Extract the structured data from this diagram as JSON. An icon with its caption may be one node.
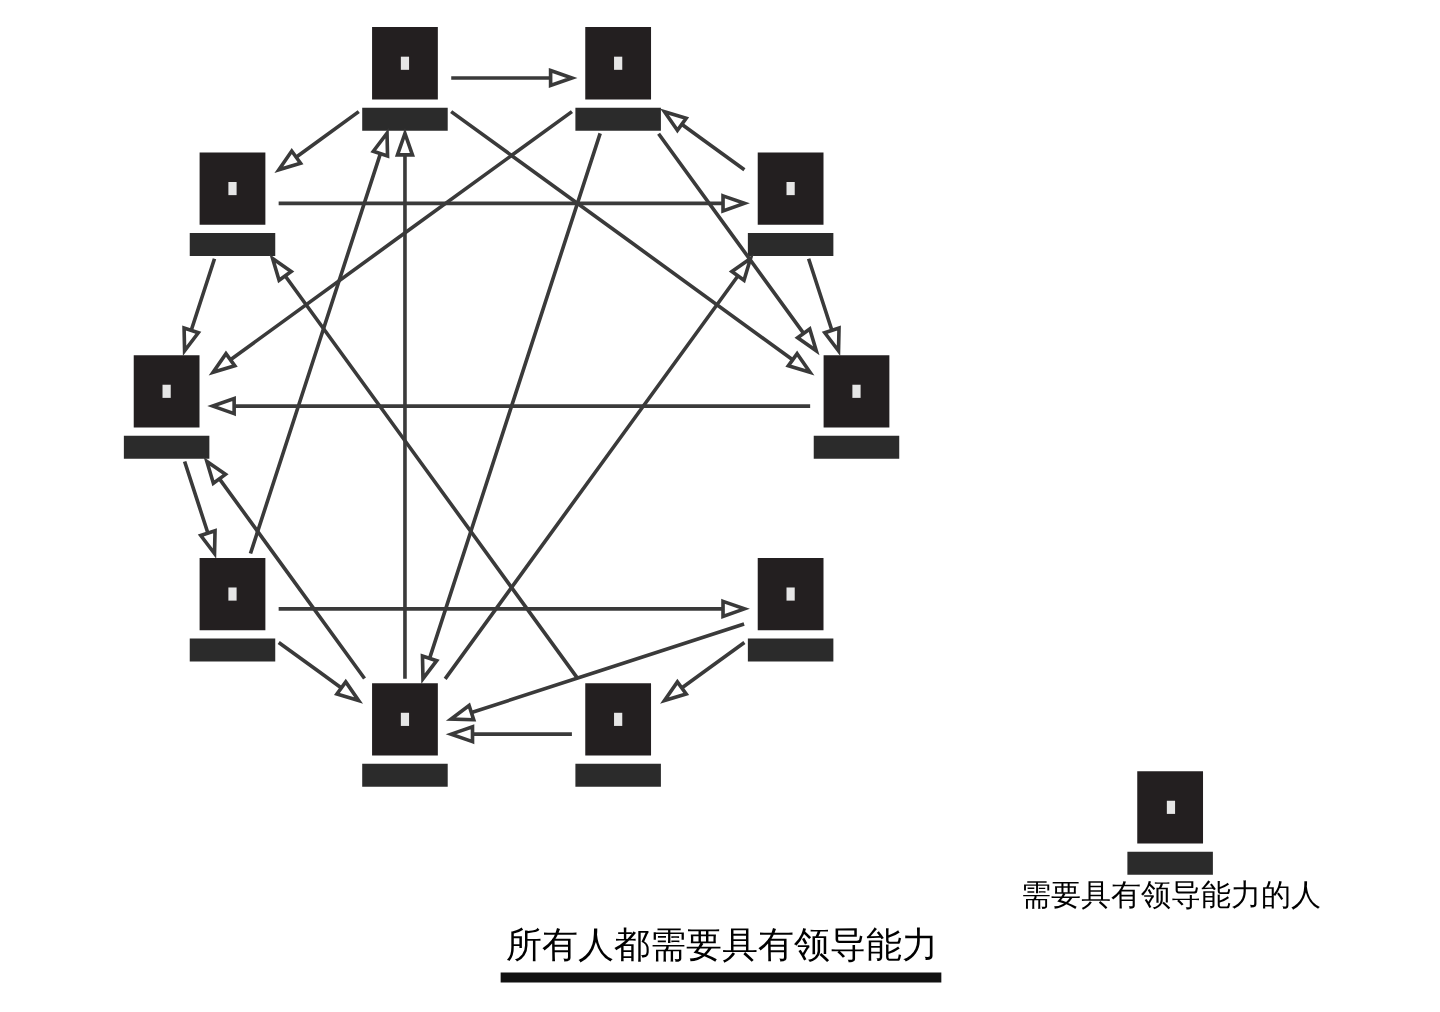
{
  "diagram": {
    "caption": "所有人都需要具有领导能力",
    "nodes": [
      {
        "text": [],
        "shape": "picture"
      },
      {
        "text": [],
        "shape": "picture"
      },
      {
        "text": [],
        "shape": "picture"
      },
      {
        "text": [],
        "shape": "picture"
      },
      {
        "text": [],
        "shape": "picture"
      },
      {
        "text": [],
        "shape": "picture"
      },
      {
        "text": [],
        "shape": "picture"
      },
      {
        "text": [],
        "shape": "picture"
      },
      {
        "text": [],
        "shape": "picture"
      },
      {
        "text": [],
        "shape": "picture"
      },
      {
        "text": [
          "需要具有领导能力的人"
        ]
      }
    ],
    "edges": [
      {
        "from": 0,
        "to": 1,
        "arrow": "to"
      },
      {
        "from": 2,
        "to": 0,
        "arrow": "to"
      },
      {
        "from": 0,
        "to": 3,
        "arrow": "to"
      },
      {
        "from": 1,
        "to": 3,
        "arrow": "to"
      },
      {
        "from": 2,
        "to": 3,
        "arrow": "to"
      },
      {
        "from": 1,
        "to": 4,
        "arrow": "to"
      },
      {
        "from": 2,
        "to": 6,
        "arrow": "to"
      },
      {
        "from": 3,
        "to": 5,
        "arrow": "to"
      },
      {
        "from": 4,
        "to": 5,
        "arrow": "to"
      },
      {
        "from": 6,
        "to": 4,
        "arrow": "to"
      },
      {
        "from": 3,
        "to": 6,
        "arrow": "to"
      },
      {
        "from": 9,
        "to": 3,
        "arrow": "to"
      },
      {
        "from": 3,
        "to": 7,
        "arrow": "to"
      },
      {
        "from": 5,
        "to": 2,
        "arrow": "to"
      },
      {
        "from": 4,
        "to": 7,
        "arrow": "to"
      },
      {
        "from": 9,
        "to": 5,
        "arrow": "to"
      },
      {
        "from": 8,
        "to": 5,
        "arrow": "to"
      },
      {
        "from": 6,
        "to": 8,
        "arrow": "to"
      },
      {
        "from": 6,
        "to": 9,
        "arrow": "to"
      },
      {
        "from": 7,
        "to": 8,
        "arrow": "to"
      },
      {
        "from": 7,
        "to": 9,
        "arrow": "to"
      },
      {
        "from": 9,
        "to": 8,
        "arrow": "to"
      }
    ]
  }
}
